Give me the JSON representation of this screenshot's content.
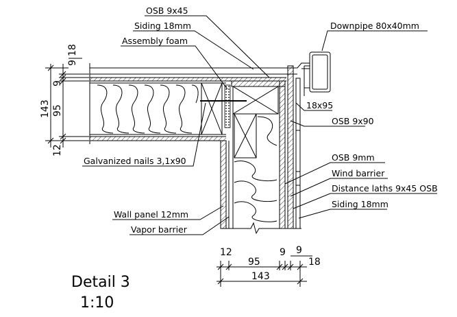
{
  "labels": {
    "osb_9x45": "OSB 9x45",
    "siding_top": "Siding 18mm",
    "assembly_foam": "Assembly foam",
    "downpipe": "Downpipe 80x40mm",
    "lath_18x95": "18x95",
    "osb_9x90": "OSB 9x90",
    "galv_nails": "Galvanized nails 3,1x90",
    "osb_9mm": "OSB 9mm",
    "wind_barrier": "Wind barrier",
    "distance_laths": "Distance laths 9x45 OSB",
    "siding_bottom": "Siding 18mm",
    "wall_panel": "Wall panel 12mm",
    "vapor_barrier": "Vapor barrier"
  },
  "vertical_dims": {
    "d18": "18",
    "d9a": "9",
    "d9b": "9",
    "d143": "143",
    "d95": "95",
    "d12": "12"
  },
  "horizontal_dims": {
    "d12": "12",
    "d95": "95",
    "d9a": "9",
    "d9b": "9",
    "d18": "18",
    "d143": "143"
  },
  "title": {
    "detail": "Detail 3",
    "scale": "1:10"
  }
}
